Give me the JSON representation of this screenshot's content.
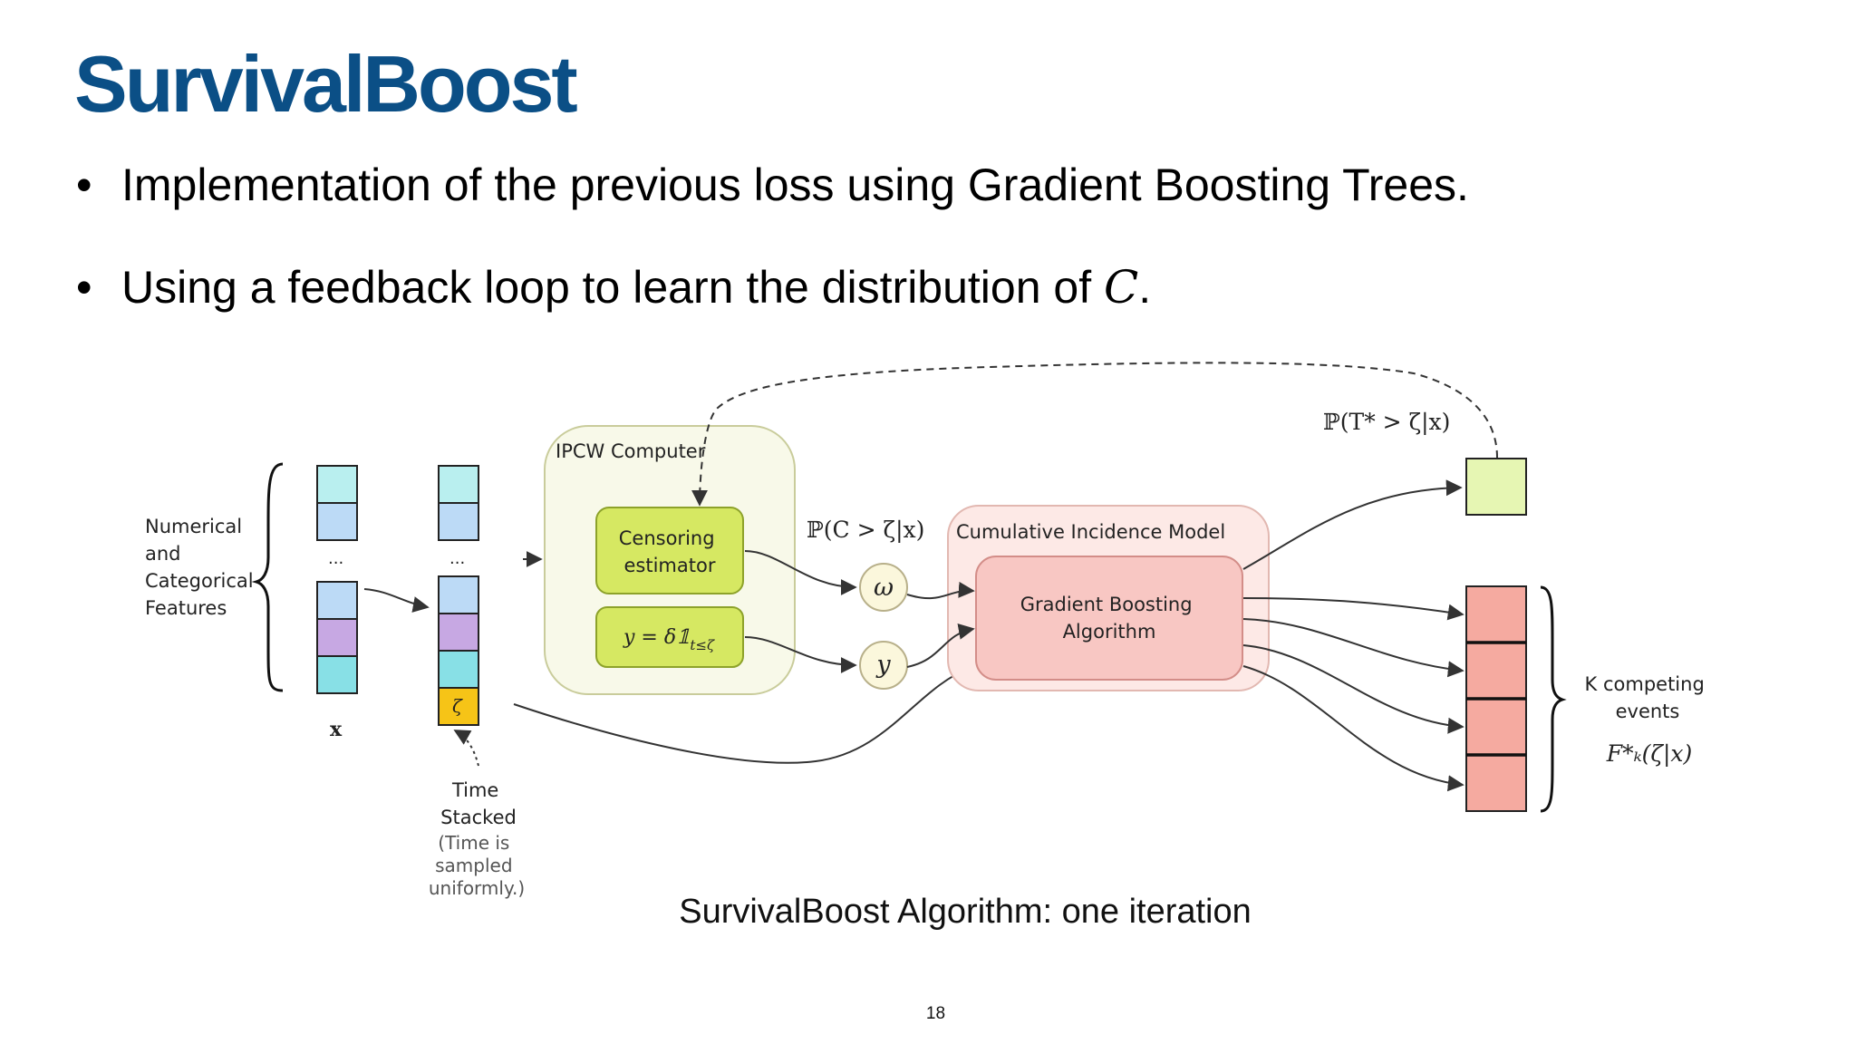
{
  "slide": {
    "title": "SurvivalBoost",
    "bullets": [
      {
        "text": "Implementation of the previous loss using Gradient Boosting Trees.",
        "math": ""
      },
      {
        "text": "Using a feedback loop to learn the distribution of ",
        "math": "C",
        "suffix": "."
      }
    ],
    "bullet_marker": "•",
    "caption": "SurvivalBoost Algorithm: one iteration",
    "page_number": "18"
  },
  "diagram": {
    "features_label": [
      "Numerical",
      "and",
      "Categorical",
      "Features"
    ],
    "x_label": "x",
    "ellipsis": "...",
    "zeta_symbol": "ζ",
    "time_label": [
      "Time",
      "Stacked"
    ],
    "time_note": [
      "(Time is",
      "sampled",
      "uniformly.)"
    ],
    "ipcw_title": "IPCW Computer",
    "censoring_label": [
      "Censoring",
      "estimator"
    ],
    "y_formula": "y = δ𝟙",
    "y_formula_sub": "t≤ζ",
    "prob_censor": "ℙ(C > ζ|x)",
    "omega": "ω",
    "y_symbol": "y",
    "cim_title": "Cumulative Incidence Model",
    "gb_label": [
      "Gradient Boosting",
      "Algorithm"
    ],
    "prob_survival": "ℙ(T* > ζ|x)",
    "k_events": [
      "K competing",
      "events"
    ],
    "f_label": "F*ₖ(ζ|x)",
    "colors": {
      "feature_cyan": "#b9efef",
      "feature_blue": "#bcdaf6",
      "feature_purple": "#c7a8e3",
      "feature_teal": "#88e0e6",
      "zeta_yellow": "#f6c417",
      "ipcw_bg": "#f8f9e9",
      "green_box": "#d6e862",
      "cim_bg": "#fde9e6",
      "gb_box": "#f8c7c3",
      "output_red": "#f5aaa0",
      "output_green": "#e6f6b3",
      "title_blue": "#0b4f86"
    }
  }
}
